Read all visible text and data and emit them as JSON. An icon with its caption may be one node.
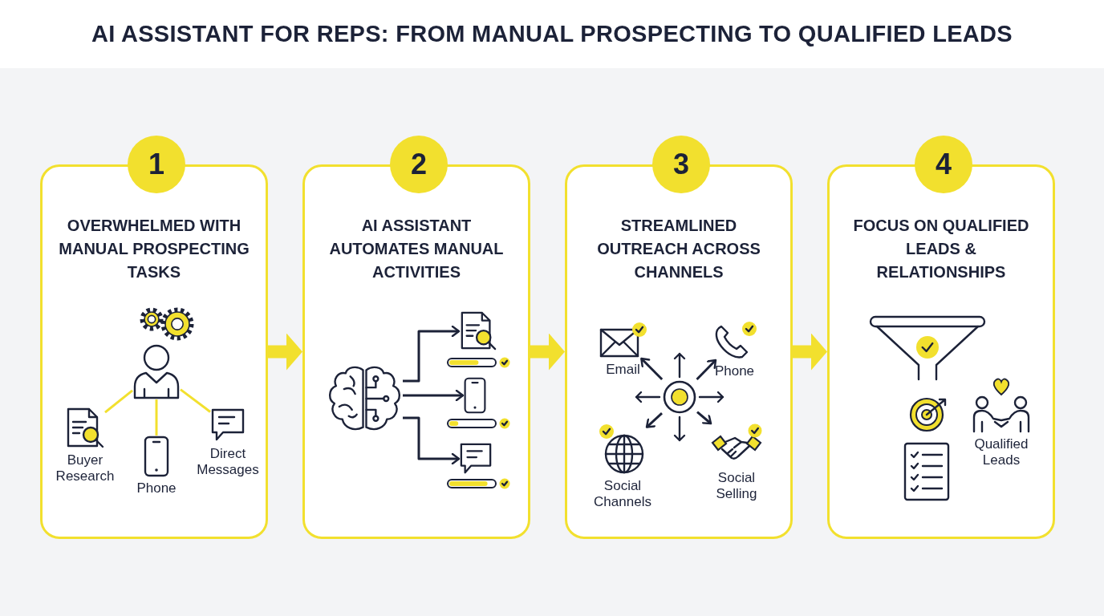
{
  "diagram": {
    "title": "AI ASSISTANT FOR REPS: FROM MANUAL PROSPECTING TO QUALIFIED LEADS",
    "nodes": [
      {
        "text": [
          "1",
          "OVERWHELMED WITH MANUAL PROSPECTING TASKS"
        ]
      },
      {
        "text": [],
        "shape": "person",
        "in": 0
      },
      {
        "text": [
          "Buyer Research"
        ],
        "in": 0
      },
      {
        "text": [
          "Phone"
        ],
        "in": 0
      },
      {
        "text": [
          "Direct Messages"
        ],
        "in": 0
      },
      {
        "text": [
          "2",
          "AI ASSISTANT AUTOMATES MANUAL ACTIVITIES"
        ]
      },
      {
        "text": [],
        "shape": "brain",
        "in": 5
      },
      {
        "text": [],
        "shape": "document",
        "in": 5
      },
      {
        "text": [],
        "shape": "phone",
        "in": 5
      },
      {
        "text": [],
        "shape": "chat",
        "in": 5
      },
      {
        "text": [
          "3",
          "STREAMLINED OUTREACH ACROSS CHANNELS"
        ]
      },
      {
        "text": [],
        "shape": "circle",
        "in": 10
      },
      {
        "text": [
          "Email"
        ],
        "in": 10
      },
      {
        "text": [
          "Phone"
        ],
        "in": 10
      },
      {
        "text": [
          "Social Channels"
        ],
        "in": 10
      },
      {
        "text": [
          "Social Selling"
        ],
        "in": 10
      },
      {
        "text": [
          "4",
          "FOCUS ON QUALIFIED LEADS & RELATIONSHIPS"
        ]
      },
      {
        "text": [
          "Qualified Leads"
        ],
        "in": 16
      }
    ],
    "edges": [
      {
        "from": 0,
        "to": 5,
        "arrow": "to",
        "style": "thick",
        "color": "#f2e02e"
      },
      {
        "from": 5,
        "to": 10,
        "arrow": "to",
        "style": "thick",
        "color": "#f2e02e"
      },
      {
        "from": 10,
        "to": 16,
        "arrow": "to",
        "style": "thick",
        "color": "#f2e02e"
      },
      {
        "from": 1,
        "to": 2,
        "arrow": "none",
        "color": "#f2e02e"
      },
      {
        "from": 1,
        "to": 3,
        "arrow": "none",
        "color": "#f2e02e"
      },
      {
        "from": 1,
        "to": 4,
        "arrow": "none",
        "color": "#f2e02e"
      },
      {
        "from": 6,
        "to": 7,
        "arrow": "to"
      },
      {
        "from": 6,
        "to": 8,
        "arrow": "to"
      },
      {
        "from": 6,
        "to": 9,
        "arrow": "to"
      },
      {
        "from": 11,
        "to": 12,
        "arrow": "to"
      },
      {
        "from": 11,
        "to": 13,
        "arrow": "to"
      },
      {
        "from": 11,
        "to": 14,
        "arrow": "to"
      },
      {
        "from": 11,
        "to": 15,
        "arrow": "to"
      }
    ]
  }
}
